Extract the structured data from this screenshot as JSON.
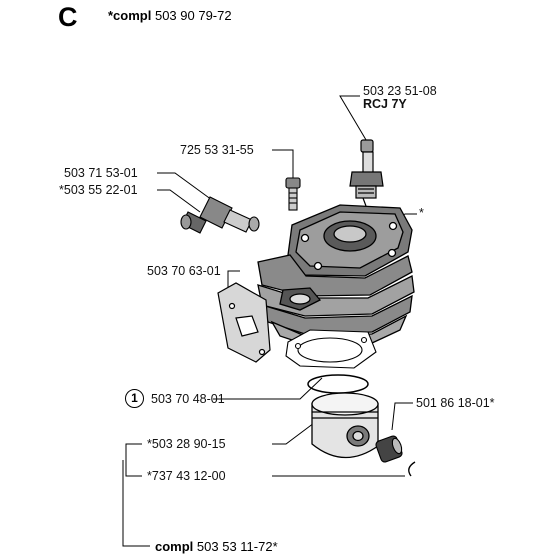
{
  "section": "C",
  "header": {
    "prefix": "*compl",
    "number": "503 90 79-72"
  },
  "labels": {
    "spark_plug_no": "503 23 51-08",
    "spark_plug_type": "RCJ 7Y",
    "screw": "725 53 31-55",
    "valve_a": "503 71 53-01",
    "valve_b": "*503 55 22-01",
    "cylinder": "*",
    "gasket_plate": "503 70 63-01",
    "piston_ring_ref": "1",
    "piston_ring": "503 70 48-01",
    "needle_bearing": "501 86 18-01*",
    "piston": "*503 28 90-15",
    "circlip": "*737 43 12-00"
  },
  "footer": {
    "prefix": "compl",
    "number": "503 53 11-72*"
  }
}
